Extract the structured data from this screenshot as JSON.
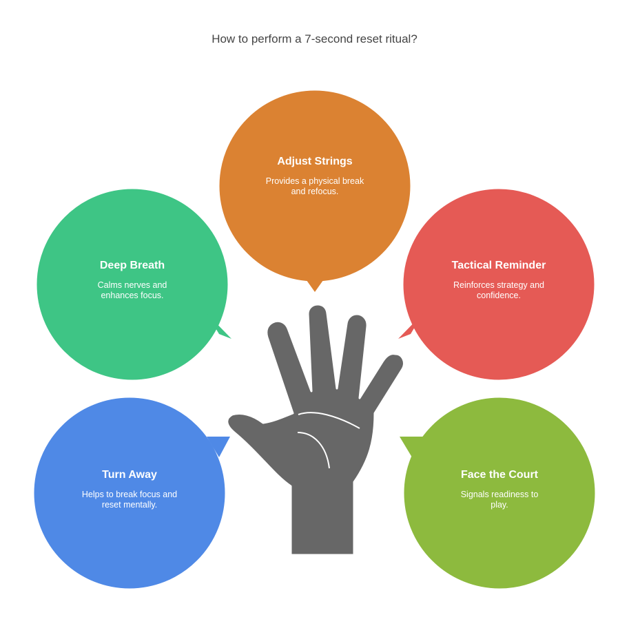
{
  "title": "How to perform a 7-second reset ritual?",
  "colors": {
    "orange": "#DB8232",
    "green": "#3EC585",
    "red": "#E55A55",
    "blue": "#4F89E6",
    "lime": "#8DBA3E",
    "hand": "#676767"
  },
  "steps": [
    {
      "id": "adjust-strings",
      "title": "Adjust Strings",
      "desc": "Provides a physical break and refocus.",
      "color": "#DB8232"
    },
    {
      "id": "deep-breath",
      "title": "Deep Breath",
      "desc": "Calms nerves and enhances focus.",
      "color": "#3EC585"
    },
    {
      "id": "tactical-reminder",
      "title": "Tactical Reminder",
      "desc": "Reinforces strategy and confidence.",
      "color": "#E55A55"
    },
    {
      "id": "turn-away",
      "title": "Turn Away",
      "desc": "Helps to break focus and reset mentally.",
      "color": "#4F89E6"
    },
    {
      "id": "face-the-court",
      "title": "Face the Court",
      "desc": "Signals readiness to play.",
      "color": "#8DBA3E"
    }
  ],
  "center_icon": "hand-icon"
}
